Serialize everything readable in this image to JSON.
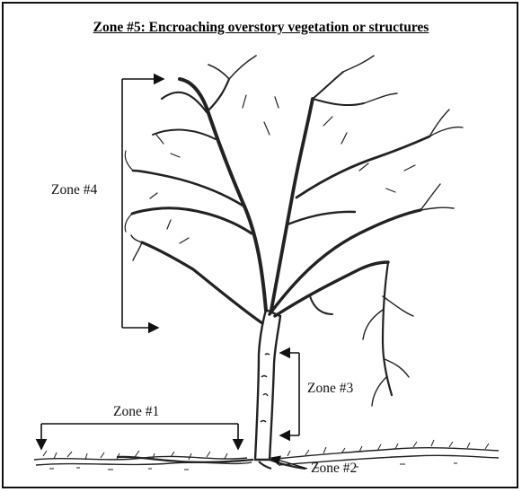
{
  "title": "Zone #5: Encroaching overstory vegetation or structures",
  "labels": {
    "zone1": "Zone #1",
    "zone2": "Zone #2",
    "zone3": "Zone #3",
    "zone4": "Zone #4"
  }
}
